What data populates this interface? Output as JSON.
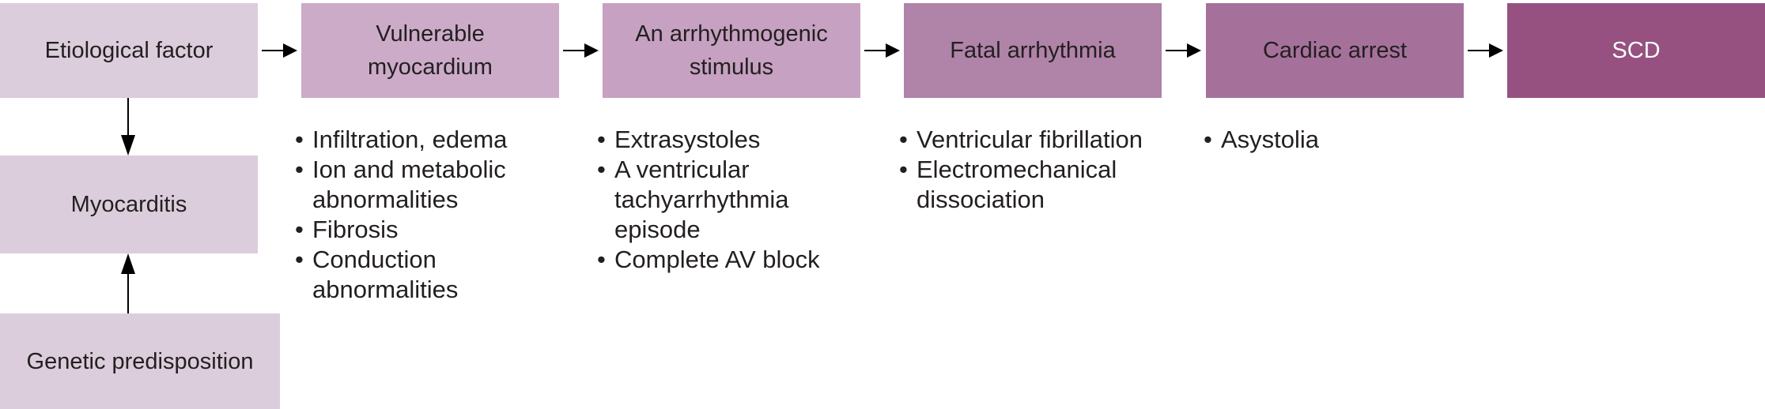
{
  "colors": {
    "background": "#ffffff",
    "text": "#231f20",
    "scd_text": "#ffffff",
    "arrow": "#000000",
    "box_fills": [
      "#dbcddb",
      "#ccabc9",
      "#c6a1c1",
      "#b083a8",
      "#a5719b",
      "#965180"
    ]
  },
  "bullet_char": "•",
  "flow": {
    "boxes": [
      {
        "label": "Etiological factor",
        "fill": "#dbcddb"
      },
      {
        "label": "Vulnerable\nmyocardium",
        "fill": "#ccabc9"
      },
      {
        "label": "An arrhythmogenic\nstimulus",
        "fill": "#c6a1c1"
      },
      {
        "label": "Fatal arrhythmia",
        "fill": "#b083a8"
      },
      {
        "label": "Cardiac arrest",
        "fill": "#a5719b"
      },
      {
        "label": "SCD",
        "fill": "#965180"
      }
    ],
    "side_boxes": [
      {
        "label": "Myocarditis",
        "fill": "#dbcddb"
      },
      {
        "label": "Genetic predisposition",
        "fill": "#dbcddb"
      }
    ],
    "connections": [
      {
        "from": "Etiological factor",
        "to": "Vulnerable myocardium",
        "direction": "right"
      },
      {
        "from": "Vulnerable myocardium",
        "to": "An arrhythmogenic stimulus",
        "direction": "right"
      },
      {
        "from": "An arrhythmogenic stimulus",
        "to": "Fatal arrhythmia",
        "direction": "right"
      },
      {
        "from": "Fatal arrhythmia",
        "to": "Cardiac arrest",
        "direction": "right"
      },
      {
        "from": "Cardiac arrest",
        "to": "SCD",
        "direction": "right"
      },
      {
        "from": "Etiological factor",
        "to": "Myocarditis",
        "direction": "down"
      },
      {
        "from": "Genetic predisposition",
        "to": "Myocarditis",
        "direction": "up"
      }
    ]
  },
  "lists": [
    {
      "under": "Vulnerable myocardium",
      "items": [
        "Infiltration, edema",
        "Ion and metabolic\nabnormalities",
        "Fibrosis",
        "Conduction\nabnormalities"
      ]
    },
    {
      "under": "An arrhythmogenic stimulus",
      "items": [
        "Extrasystoles",
        "A ventricular\ntachyarrhythmia\nepisode",
        "Complete AV block"
      ]
    },
    {
      "under": "Fatal arrhythmia",
      "items": [
        "Ventricular fibrillation",
        "Electromechanical\ndissociation"
      ]
    },
    {
      "under": "Cardiac arrest",
      "items": [
        "Asystolia"
      ]
    }
  ]
}
